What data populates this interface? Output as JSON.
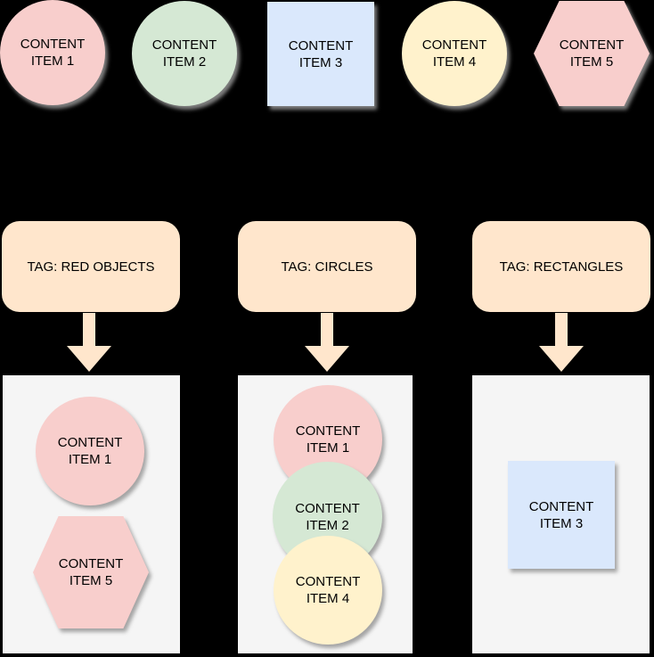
{
  "colors": {
    "background": "#000000",
    "pink": "#f8cecc",
    "green": "#d5e8d4",
    "blue": "#dae8fc",
    "yellow": "#fff2cc",
    "peach": "#ffe6cc",
    "group_box": "#f5f5f5",
    "text": "#000000",
    "shadow": "#999999"
  },
  "top_row": {
    "items": [
      {
        "label": "CONTENT ITEM 1",
        "shape": "circle",
        "fill": "#f8cecc"
      },
      {
        "label": "CONTENT ITEM 2",
        "shape": "circle",
        "fill": "#d5e8d4"
      },
      {
        "label": "CONTENT ITEM 3",
        "shape": "square",
        "fill": "#dae8fc"
      },
      {
        "label": "CONTENT ITEM 4",
        "shape": "circle",
        "fill": "#fff2cc"
      },
      {
        "label": "CONTENT ITEM 5",
        "shape": "hexagon",
        "fill": "#f8cecc"
      }
    ]
  },
  "tags": [
    {
      "label": "TAG: RED OBJECTS",
      "fill": "#ffe6cc"
    },
    {
      "label": "TAG: CIRCLES",
      "fill": "#ffe6cc"
    },
    {
      "label": "TAG: RECTANGLES",
      "fill": "#ffe6cc"
    }
  ],
  "groups": [
    {
      "name": "red-objects",
      "items": [
        {
          "label": "CONTENT ITEM 1",
          "shape": "circle",
          "fill": "#f8cecc"
        },
        {
          "label": "CONTENT ITEM 5",
          "shape": "hexagon",
          "fill": "#f8cecc"
        }
      ]
    },
    {
      "name": "circles",
      "items": [
        {
          "label": "CONTENT ITEM 1",
          "shape": "circle",
          "fill": "#f8cecc"
        },
        {
          "label": "CONTENT ITEM 2",
          "shape": "circle",
          "fill": "#d5e8d4"
        },
        {
          "label": "CONTENT ITEM 4",
          "shape": "circle",
          "fill": "#fff2cc"
        }
      ]
    },
    {
      "name": "rectangles",
      "items": [
        {
          "label": "CONTENT ITEM 3",
          "shape": "square",
          "fill": "#dae8fc"
        }
      ]
    }
  ]
}
